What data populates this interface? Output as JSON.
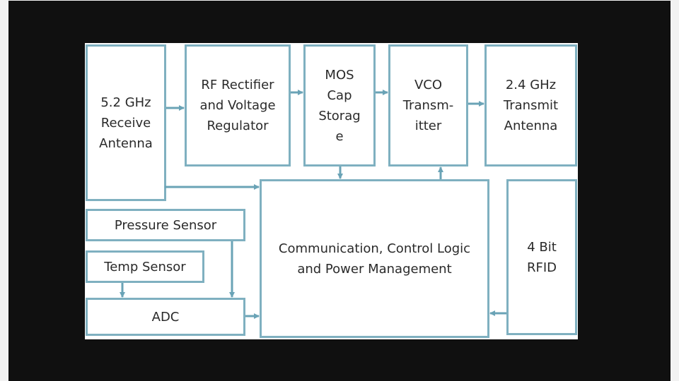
{
  "diagram": {
    "colors": {
      "border": "#7fb0c0",
      "arrow": "#6aa3b6",
      "text": "#2a2a2a",
      "background": "#101010"
    },
    "blocks": {
      "receive_antenna": "5.2 GHz\nReceive\nAntenna",
      "rf_rectifier": "RF Rectifier\nand Voltage\nRegulator",
      "mos_cap": "MOS\nCap\nStorag\ne",
      "vco": "VCO\nTransm-\nitter",
      "transmit_antenna": "2.4 GHz\nTransmit\nAntenna",
      "control_logic": "Communication, Control Logic\nand Power Management",
      "rfid": "4 Bit\nRFID",
      "pressure_sensor": "Pressure Sensor",
      "temp_sensor": "Temp Sensor",
      "adc": "ADC"
    },
    "connections": [
      {
        "from": "receive_antenna",
        "to": "rf_rectifier"
      },
      {
        "from": "rf_rectifier",
        "to": "mos_cap"
      },
      {
        "from": "mos_cap",
        "to": "vco"
      },
      {
        "from": "vco",
        "to": "transmit_antenna"
      },
      {
        "from": "receive_antenna",
        "to": "control_logic"
      },
      {
        "from": "mos_cap",
        "to": "control_logic"
      },
      {
        "from": "control_logic",
        "to": "vco"
      },
      {
        "from": "rfid",
        "to": "control_logic"
      },
      {
        "from": "pressure_sensor",
        "to": "adc"
      },
      {
        "from": "temp_sensor",
        "to": "adc"
      },
      {
        "from": "adc",
        "to": "control_logic"
      }
    ]
  }
}
